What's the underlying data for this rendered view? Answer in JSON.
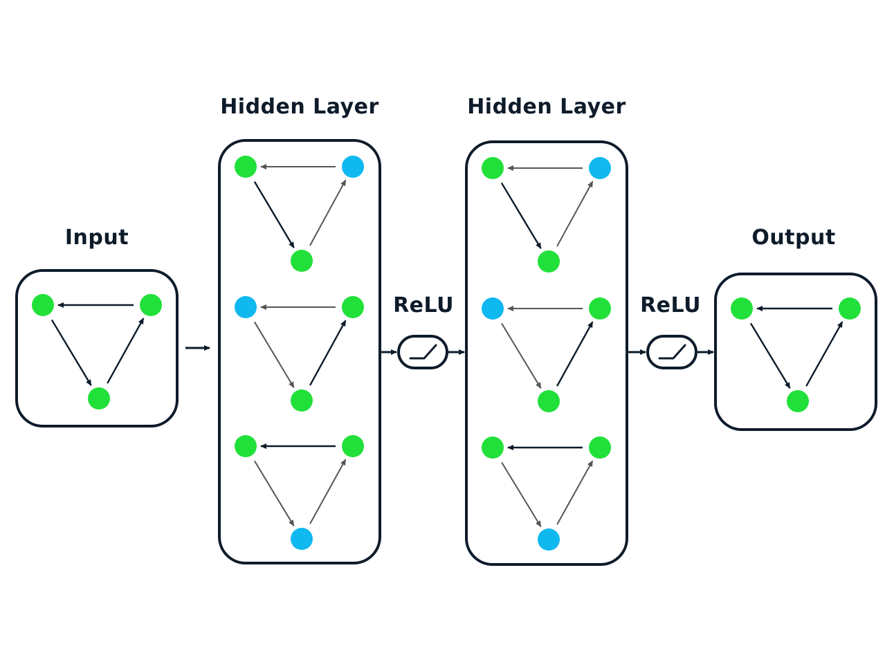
{
  "labels": {
    "input": "Input",
    "hidden_1": "Hidden Layer",
    "hidden_2": "Hidden Layer",
    "relu_1": "ReLU",
    "relu_2": "ReLU",
    "output": "Output"
  },
  "colors": {
    "stroke": "#0d1b2a",
    "inactive_edge": "#555555",
    "node_green": "#22e03a",
    "node_blue": "#10b8f0"
  },
  "graphs": {
    "input": {
      "nodes": [
        "green",
        "green",
        "green"
      ],
      "edges_dark": [
        true,
        true,
        true
      ]
    },
    "hidden_1": [
      {
        "nodes": [
          "green",
          "blue",
          "green"
        ],
        "edges_dark": [
          false,
          true,
          false
        ]
      },
      {
        "nodes": [
          "blue",
          "green",
          "green"
        ],
        "edges_dark": [
          false,
          false,
          true
        ]
      },
      {
        "nodes": [
          "green",
          "green",
          "blue"
        ],
        "edges_dark": [
          true,
          false,
          false
        ]
      }
    ],
    "hidden_2": [
      {
        "nodes": [
          "green",
          "blue",
          "green"
        ],
        "edges_dark": [
          false,
          true,
          false
        ]
      },
      {
        "nodes": [
          "blue",
          "green",
          "green"
        ],
        "edges_dark": [
          false,
          false,
          true
        ]
      },
      {
        "nodes": [
          "green",
          "green",
          "blue"
        ],
        "edges_dark": [
          true,
          false,
          false
        ]
      }
    ],
    "output": {
      "nodes": [
        "green",
        "green",
        "green"
      ],
      "edges_dark": [
        true,
        true,
        true
      ]
    }
  }
}
